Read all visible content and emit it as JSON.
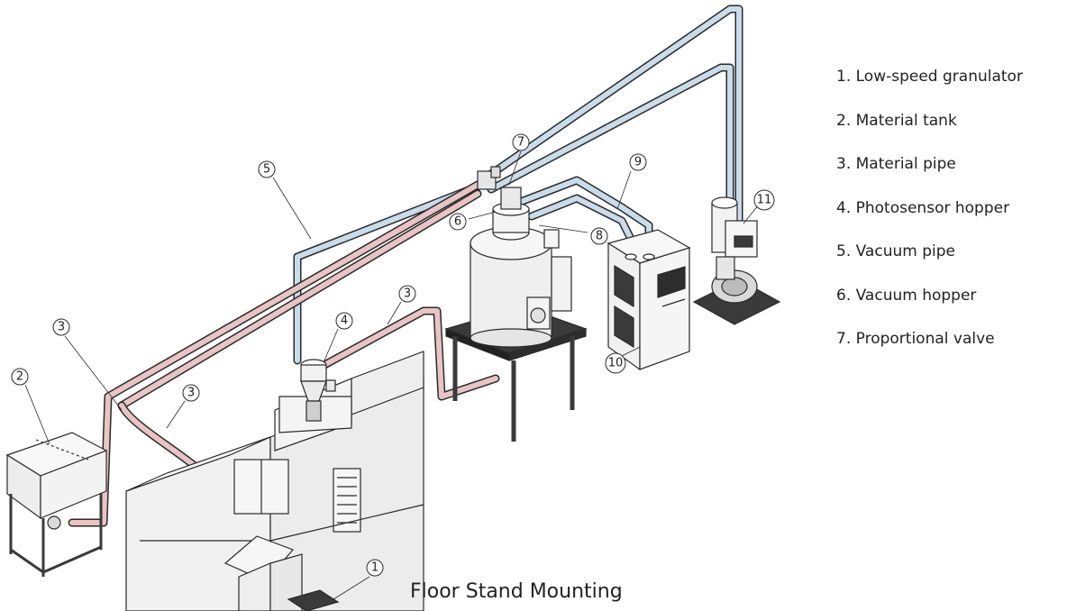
{
  "legend": {
    "items": [
      "1. Low-speed granulator",
      "2. Material tank",
      "3. Material pipe",
      "4. Photosensor hopper",
      "5. Vacuum pipe",
      "6. Vacuum hopper",
      "7. Proportional valve"
    ]
  },
  "caption": "Floor Stand Mounting",
  "callouts": {
    "c1": "1",
    "c2": "2",
    "c3a": "3",
    "c3b": "3",
    "c3c": "3",
    "c4": "4",
    "c5": "5",
    "c6": "6",
    "c7": "7",
    "c8": "8",
    "c9": "9",
    "c10": "10",
    "c11": "11"
  },
  "colors": {
    "material_pipe": "#e8c4c4",
    "vacuum_pipe": "#c9dcea",
    "outline": "#2a2a2a",
    "machine_fill": "#f1f1f1",
    "stand": "#3a3a3a"
  }
}
